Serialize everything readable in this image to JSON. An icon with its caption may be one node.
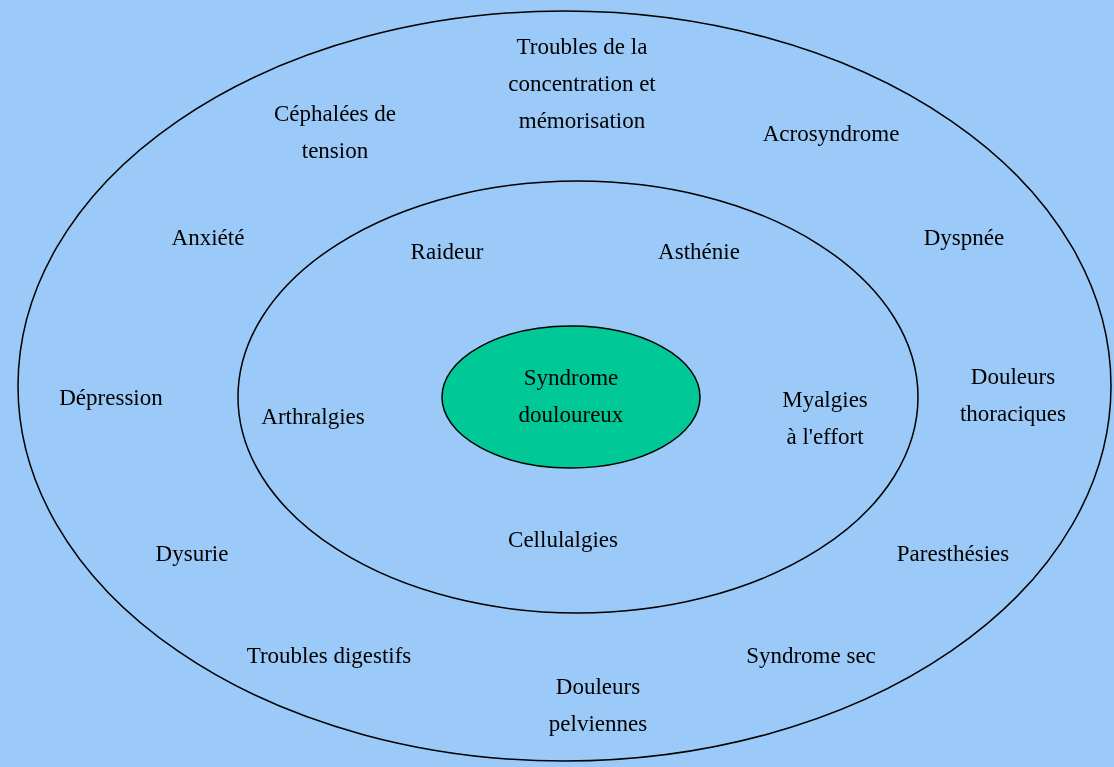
{
  "diagram": {
    "nodes": [
      {
        "text": [],
        "shape": "ellipse"
      },
      {
        "text": [],
        "shape": "ellipse",
        "in": 0
      },
      {
        "text": [
          "Syndrome douloureux"
        ],
        "in": 1
      }
    ],
    "labels": [
      "Troubles de la concentration et mémorisation",
      "Céphalées de tension",
      "Acrosyndrome",
      "Anxiété",
      "Raideur",
      "Asthénie",
      "Dyspnée",
      "Dépression",
      "Arthralgies",
      "Myalgies à l'effort",
      "Douleurs thoraciques",
      "Cellulalgies",
      "Dysurie",
      "Paresthésies",
      "Troubles digestifs",
      "Syndrome sec",
      "Douleurs pelviennes"
    ]
  }
}
